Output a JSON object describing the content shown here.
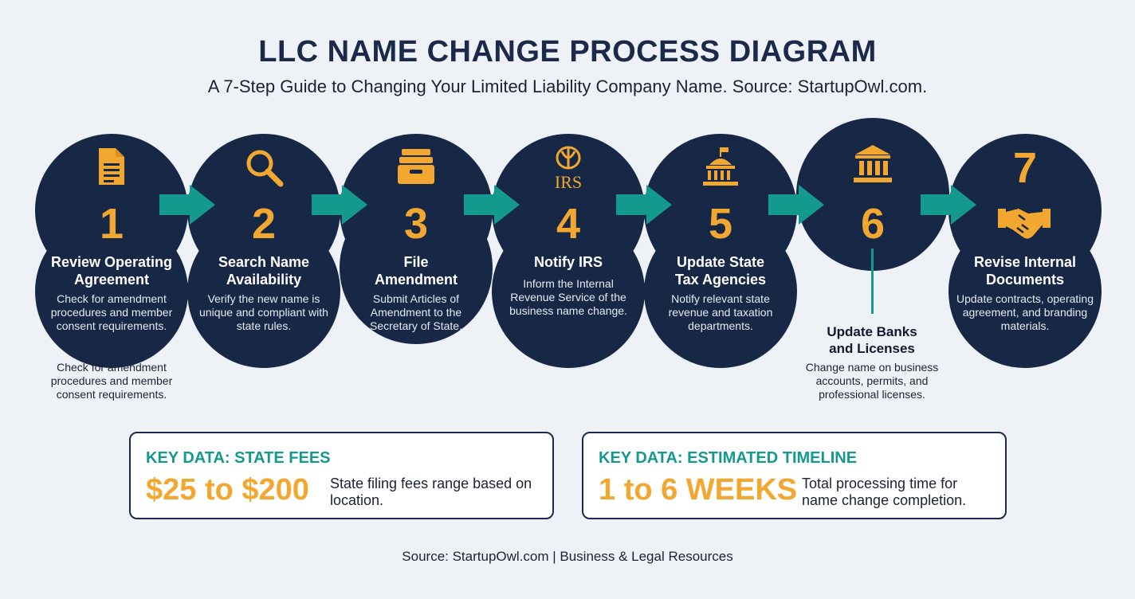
{
  "header": {
    "title": "LLC NAME CHANGE PROCESS DIAGRAM",
    "subtitle": "A 7-Step Guide to Changing Your Limited Liability Company Name. Source: StartupOwl.com."
  },
  "colors": {
    "circle": "#172746",
    "accent_gold": "#f2a830",
    "accent_teal": "#14998f",
    "background": "#eef2f7"
  },
  "steps": [
    {
      "number": "1",
      "icon": "document-icon",
      "title_line1": "Review Operating",
      "title_line2": "Agreement",
      "desc": "Check for amendment procedures and member consent requirements.",
      "below_desc": "Check for amendment procedures and member consent requirements."
    },
    {
      "number": "2",
      "icon": "search-icon",
      "title_line1": "Search Name",
      "title_line2": "Availability",
      "desc": "Verify the new name is unique and compliant with state rules."
    },
    {
      "number": "3",
      "icon": "file-box-icon",
      "title_line1": "File",
      "title_line2": "Amendment",
      "desc": "Submit Articles of Amendment to the Secretary of State."
    },
    {
      "number": "4",
      "icon": "irs-logo-icon",
      "icon_text": "IRS",
      "title_line1": "Notify IRS",
      "title_line2": "",
      "desc": "Inform the Internal Revenue Service of the business name change."
    },
    {
      "number": "5",
      "icon": "capitol-building-icon",
      "title_line1": "Update State",
      "title_line2": "Tax Agencies",
      "desc": "Notify relevant state revenue and taxation departments."
    },
    {
      "number": "6",
      "icon": "bank-icon",
      "title_line1": "Update Banks",
      "title_line2": "and Licenses",
      "desc": "Change name on business accounts, permits, and professional licenses."
    },
    {
      "number": "7",
      "icon": "handshake-icon",
      "title_line1": "Revise Internal",
      "title_line2": "Documents",
      "desc": "Update contracts, operating agreement, and branding materials."
    }
  ],
  "key_data": [
    {
      "label": "KEY DATA: STATE FEES",
      "value": "$25 to $200",
      "desc": "State filing fees range based on location."
    },
    {
      "label": "KEY DATA: ESTIMATED TIMELINE",
      "value": "1 to 6 WEEKS",
      "desc": "Total processing time for name change completion."
    }
  ],
  "footer": "Source: StartupOwl.com | Business & Legal Resources"
}
